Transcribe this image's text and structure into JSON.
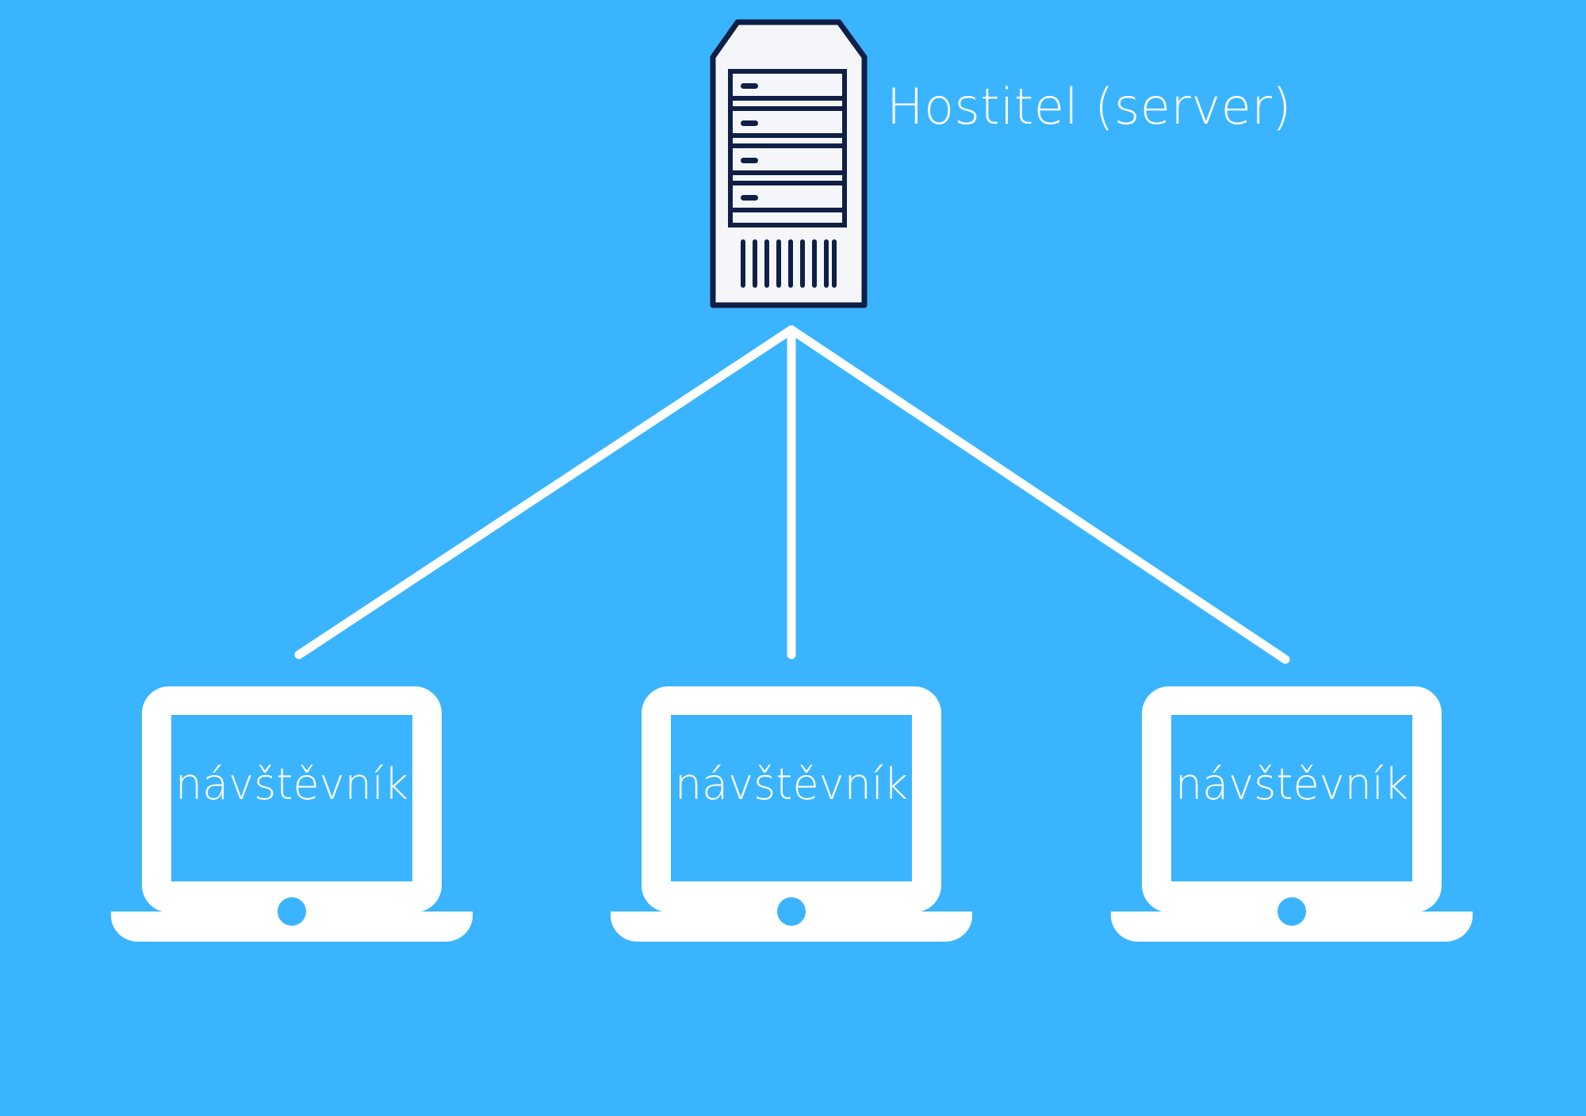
{
  "diagram": {
    "server": {
      "label": "Hostitel (server)",
      "icon": "server-icon"
    },
    "visitors": [
      {
        "label": "návštěvník",
        "icon": "laptop-icon"
      },
      {
        "label": "návštěvník",
        "icon": "laptop-icon"
      },
      {
        "label": "návštěvník",
        "icon": "laptop-icon"
      }
    ],
    "colors": {
      "background": "#3bb4ff",
      "foreground": "#ffffff",
      "server_outline": "#0f1f45",
      "server_body": "#f5f6fa"
    }
  }
}
